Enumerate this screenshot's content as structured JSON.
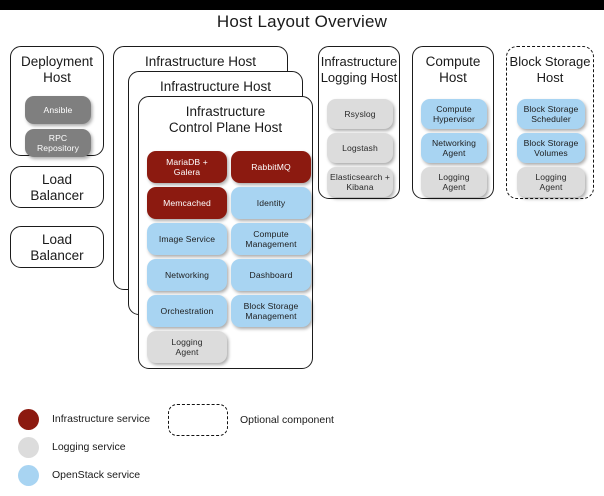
{
  "diagram": {
    "title": "Host Layout Overview",
    "colors": {
      "infrastructure_service": "#8c1a10",
      "logging_service": "#dcdcdc",
      "openstack_service": "#a8d4f2",
      "deployment_service": "#7f7f7f",
      "border": "#1b1b1b",
      "background": "#ffffff"
    }
  },
  "hosts": {
    "deployment": {
      "title": "Deployment\nHost",
      "title_line1": "Deployment",
      "title_line2": "Host",
      "services": [
        {
          "label": "Ansible",
          "kind": "deploy"
        },
        {
          "label": "RPC\nRepository",
          "kind": "deploy",
          "line1": "RPC",
          "line2": "Repository"
        }
      ]
    },
    "load_balancer_1": {
      "title_line1": "Load",
      "title_line2": "Balancer"
    },
    "load_balancer_2": {
      "title_line1": "Load",
      "title_line2": "Balancer"
    },
    "infrastructure_host_outer": {
      "title": "Infrastructure Host"
    },
    "infrastructure_host_middle": {
      "title": "Infrastructure Host"
    },
    "infrastructure_control_plane": {
      "title_line1": "Infrastructure",
      "title_line2": "Control Plane Host",
      "services": [
        {
          "label": "MariaDB +\nGalera",
          "kind": "infra",
          "line1": "MariaDB +",
          "line2": "Galera"
        },
        {
          "label": "RabbitMQ",
          "kind": "infra"
        },
        {
          "label": "Memcached",
          "kind": "infra"
        },
        {
          "label": "Identity",
          "kind": "openstack"
        },
        {
          "label": "Image Service",
          "kind": "openstack"
        },
        {
          "label": "Compute\nManagement",
          "kind": "openstack",
          "line1": "Compute",
          "line2": "Management"
        },
        {
          "label": "Networking",
          "kind": "openstack"
        },
        {
          "label": "Dashboard",
          "kind": "openstack"
        },
        {
          "label": "Orchestration",
          "kind": "openstack"
        },
        {
          "label": "Block Storage\nManagement",
          "kind": "openstack",
          "line1": "Block Storage",
          "line2": "Management"
        },
        {
          "label": "Logging\nAgent",
          "kind": "logging",
          "line1": "Logging",
          "line2": "Agent"
        }
      ]
    },
    "infrastructure_logging": {
      "title_line1": "Infrastructure",
      "title_line2": "Logging Host",
      "services": [
        {
          "label": "Rsyslog",
          "kind": "logging"
        },
        {
          "label": "Logstash",
          "kind": "logging"
        },
        {
          "label": "Elasticsearch +\nKibana",
          "kind": "logging",
          "line1": "Elasticsearch +",
          "line2": "Kibana"
        }
      ]
    },
    "compute": {
      "title_line1": "Compute",
      "title_line2": "Host",
      "services": [
        {
          "label": "Compute\nHypervisor",
          "kind": "openstack",
          "line1": "Compute",
          "line2": "Hypervisor"
        },
        {
          "label": "Networking\nAgent",
          "kind": "openstack",
          "line1": "Networking",
          "line2": "Agent"
        },
        {
          "label": "Logging\nAgent",
          "kind": "logging",
          "line1": "Logging",
          "line2": "Agent"
        }
      ]
    },
    "block_storage": {
      "title_line1": "Block Storage",
      "title_line2": "Host",
      "optional": true,
      "services": [
        {
          "label": "Block Storage\nScheduler",
          "kind": "openstack",
          "line1": "Block Storage",
          "line2": "Scheduler"
        },
        {
          "label": "Block Storage\nVolumes",
          "kind": "openstack",
          "line1": "Block Storage",
          "line2": "Volumes"
        },
        {
          "label": "Logging\nAgent",
          "kind": "logging",
          "line1": "Logging",
          "line2": "Agent"
        }
      ]
    }
  },
  "legend": {
    "items": [
      {
        "label": "Infrastructure service",
        "color": "#8c1a10",
        "shape": "circle"
      },
      {
        "label": "Logging service",
        "color": "#dcdcdc",
        "shape": "circle"
      },
      {
        "label": "OpenStack service",
        "color": "#a8d4f2",
        "shape": "circle"
      }
    ],
    "optional": {
      "label": "Optional component",
      "shape": "dashed-rounded-rect"
    }
  }
}
